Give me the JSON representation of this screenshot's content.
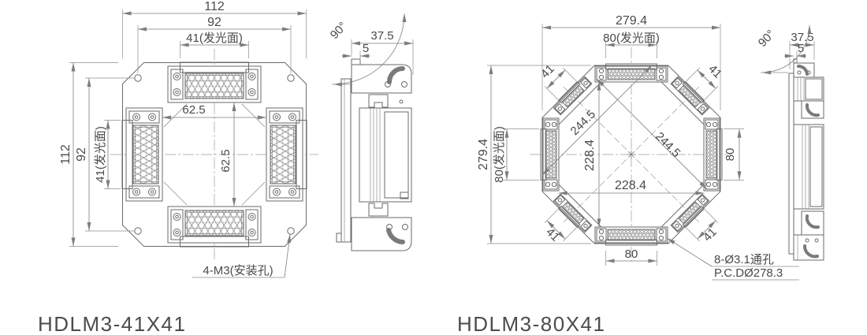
{
  "palette": {
    "background": "#ffffff",
    "line": "#6a6a6a",
    "dimension_line": "#7d7d7d",
    "centerline": "#9c9c9c",
    "text": "#4a4a4a"
  },
  "products": {
    "left": {
      "title": "HDLM3-41X41",
      "front_dims": {
        "overall_width": "112",
        "mount_pitch_width": "92",
        "emit_width": "41(发光面)",
        "overall_height": "112",
        "mount_pitch_height": "92",
        "emit_height": "41(发光面)",
        "aperture_width": "62.5",
        "aperture_height": "62.5",
        "mount_hole_note": "4-M3(安装孔)"
      },
      "side_dims": {
        "angle": "90°",
        "depth": "37.5",
        "step": "5"
      }
    },
    "right": {
      "title": "HDLM3-80X41",
      "front_dims": {
        "overall_width": "279.4",
        "emit_width_top": "80(发光面)",
        "overall_height": "279.4",
        "emit_height_left": "80(发光面)",
        "diag_top_left": "41",
        "diag_top_right": "41",
        "diag_bottom_left": "41",
        "diag_bottom_right": "41",
        "diag_span_a": "244.5",
        "diag_span_b": "244.5",
        "aperture_width": "228.4",
        "aperture_height": "228.4",
        "emit_height_right": "80",
        "emit_width_bottom": "80",
        "hole_note_line1": "8-Ø3.1通孔",
        "hole_note_line2": "P.C.DØ278.3"
      },
      "side_dims": {
        "angle": "90°",
        "depth": "37.5",
        "step": "5"
      }
    }
  }
}
